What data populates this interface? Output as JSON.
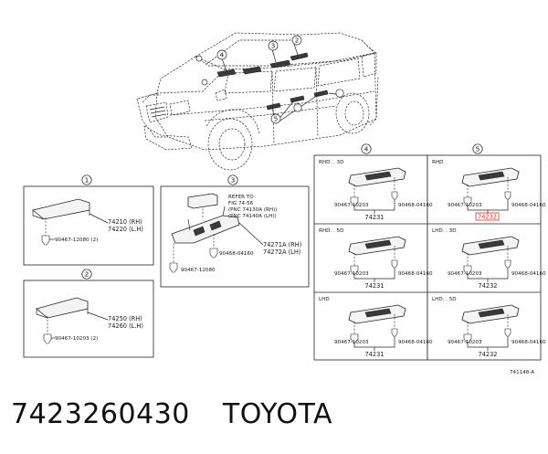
{
  "diagram": {
    "callouts": [
      "1",
      "2",
      "3",
      "4",
      "5"
    ],
    "car_callouts": [
      "4",
      "3",
      "2",
      "5"
    ],
    "figure_code": "741148-A",
    "boxes": {
      "b1": {
        "callout": "1",
        "part_lh_rh": "74210 (RH)",
        "part_lh": "74220 (L.H)",
        "clip": "90467-12080 (2)"
      },
      "b2": {
        "callout": "2",
        "part_rh": "74250 (RH)",
        "part_lh": "74260 (L.H)",
        "clip": "90467-10203 (2)"
      },
      "b3": {
        "callout": "3",
        "refer_1": "REFER TO",
        "refer_2": "FIG 74-56",
        "refer_3": "(PNC 74130A (RH))",
        "refer_4": "(PNC 74140A (LH))",
        "part_rh": "74271A (RH)",
        "part_lh": "74272A (LH)",
        "screw": "90468-04160",
        "clip": "90467-12080"
      }
    },
    "panels": [
      {
        "id": "p1",
        "title": "RHD. . 3D",
        "left": "90467-10203",
        "right": "90468-04160",
        "part": "74231",
        "highlight": false
      },
      {
        "id": "p2",
        "title": "RHD",
        "left": "90467-10203",
        "right": "90468-04160",
        "part": "74232",
        "highlight": true
      },
      {
        "id": "p3",
        "title": "RHD. . 5D",
        "left": "90467-10203",
        "right": "90468-04160",
        "part": "74231",
        "highlight": false
      },
      {
        "id": "p4",
        "title": "LHD. . 3D",
        "left": "90467-10203",
        "right": "90468-04160",
        "part": "74232",
        "highlight": false
      },
      {
        "id": "p5",
        "title": "LHD",
        "left": "90467-10203",
        "right": "90468-04160",
        "part": "74231",
        "highlight": false
      },
      {
        "id": "p6",
        "title": "LHD. . 5D",
        "left": "90467-10203",
        "right": "90468-04160",
        "part": "74232",
        "highlight": false
      }
    ],
    "highlight_color": "#e0302a"
  },
  "caption": {
    "part_number": "7423260430",
    "brand": "TOYOTA"
  }
}
